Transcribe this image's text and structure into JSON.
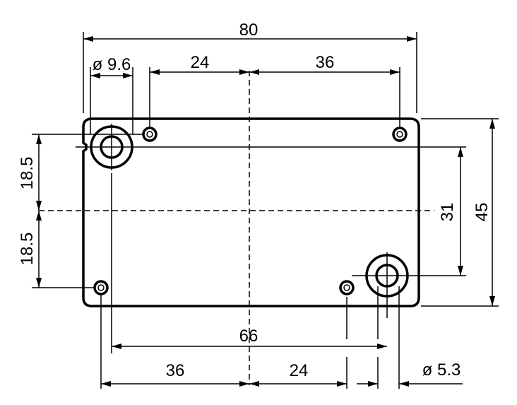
{
  "drawing": {
    "colors": {
      "line": "#000000",
      "background": "#ffffff"
    },
    "dimensions": {
      "overall_width": "80",
      "big_hole_diameter": "ø 9.6",
      "top_left_offset": "24",
      "top_right_offset": "36",
      "overall_height": "45",
      "hole_vertical_spacing": "31",
      "left_upper": "18.5",
      "left_lower": "18.5",
      "big_hole_spacing": "66",
      "bottom_left_offset": "36",
      "bottom_right_offset": "24",
      "small_hole_diameter": "ø 5.3"
    }
  }
}
